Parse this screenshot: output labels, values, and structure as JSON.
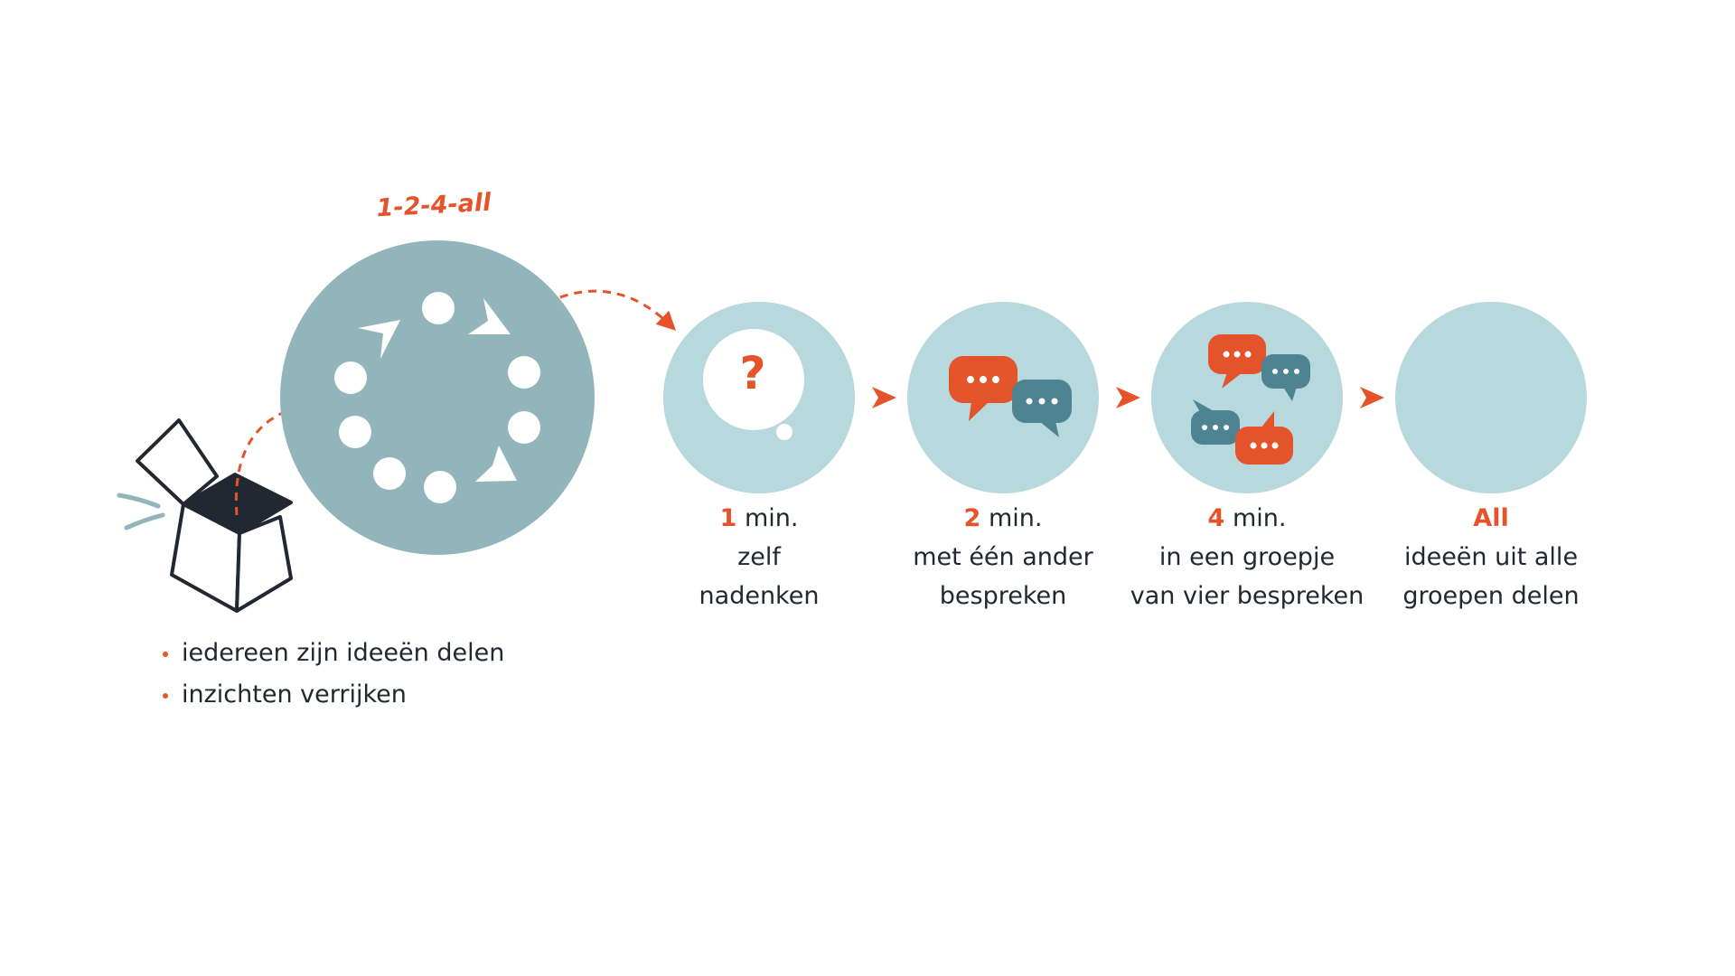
{
  "title": "1-2-4-all",
  "benefits": [
    "iedereen zijn ideeën delen",
    "inzichten verrijken"
  ],
  "steps": [
    {
      "duration": "1",
      "unit": "min.",
      "lines": [
        "zelf",
        "nadenken"
      ],
      "icon": "thought-bubble-question-icon"
    },
    {
      "duration": "2",
      "unit": "min.",
      "lines": [
        "met één ander",
        "bespreken"
      ],
      "icon": "two-chat-bubbles-icon"
    },
    {
      "duration": "4",
      "unit": "min.",
      "lines": [
        "in een groepje",
        "van vier bespreken"
      ],
      "icon": "four-chat-bubbles-icon"
    },
    {
      "duration": "All",
      "unit": "",
      "lines": [
        "ideeën uit alle",
        "groepen delen"
      ],
      "icon": "empty-circle"
    }
  ],
  "question_mark": "?",
  "colors": {
    "accent": "#E5532B",
    "big_circle": "#91B5BB",
    "step_circle": "#B7D8DC",
    "bubble_dark": "#4E8391",
    "ink": "#222831"
  }
}
